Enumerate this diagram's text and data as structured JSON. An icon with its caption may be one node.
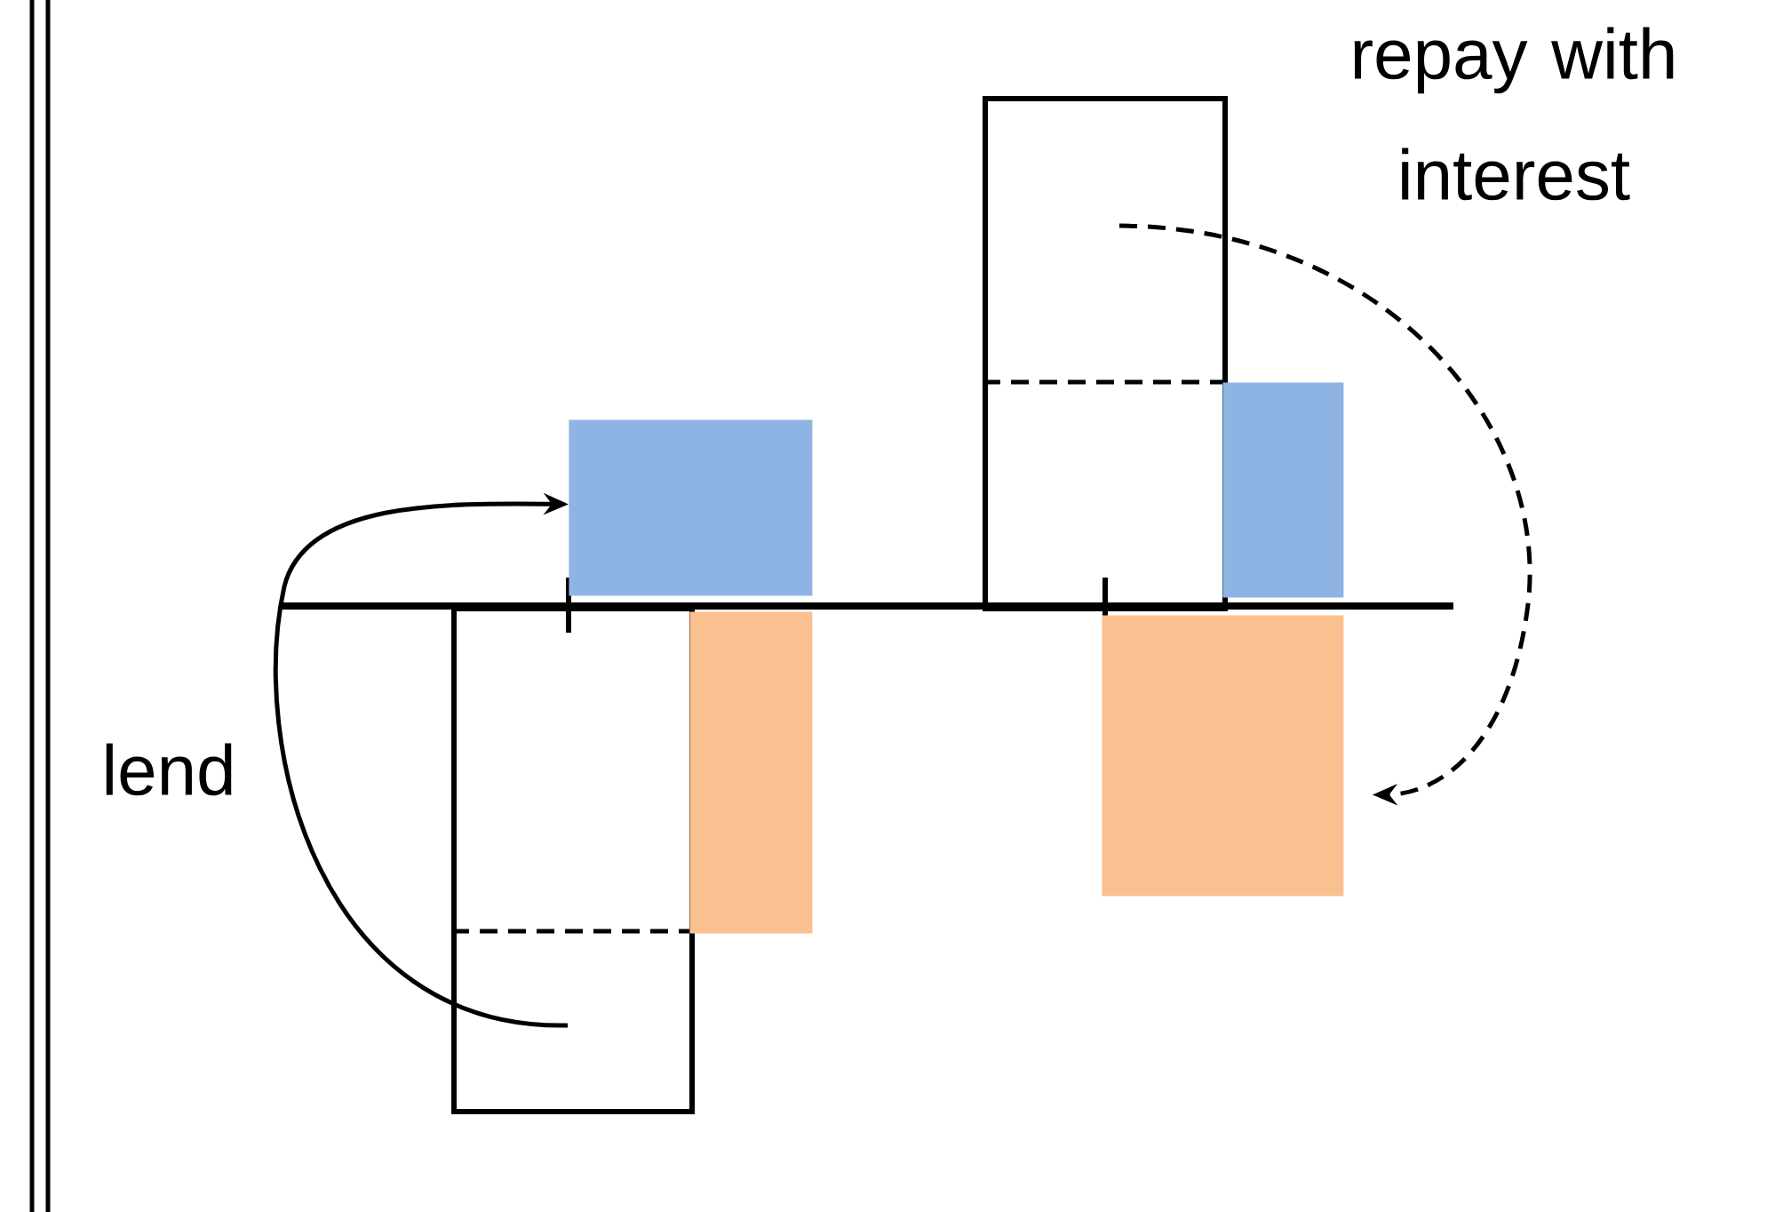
{
  "diagram": {
    "nodes": [
      {
        "text": [],
        "shape": "box"
      },
      {
        "text": [],
        "shape": "bar"
      },
      {
        "text": [],
        "shape": "bar"
      },
      {
        "text": [],
        "shape": "box"
      },
      {
        "text": [],
        "shape": "bar"
      },
      {
        "text": [],
        "shape": "bar"
      }
    ],
    "edges": [
      {
        "from": 0,
        "to": 1,
        "arrow": "to",
        "label": "lend"
      },
      {
        "from": 3,
        "to": 5,
        "arrow": "to",
        "label": "repay with interest",
        "style": "dashed"
      }
    ]
  }
}
